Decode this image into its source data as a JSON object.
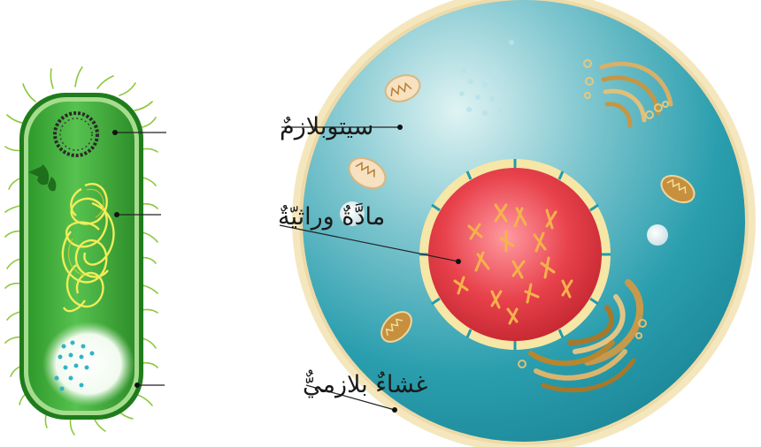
{
  "labels": {
    "cytoplasm": "سيتوبلازمٌ",
    "genetic_material": "مادَّةٌ وراثيّةٌ",
    "plasma_membrane": "غشاءٌ بلازميٌّ"
  },
  "colors": {
    "bacterium_body": "#3cae3a",
    "bacterium_membrane": "#2e8b2a",
    "flagella": "#8cc83c",
    "dna_strand": "#e8e24a",
    "cell_outer": "#f2e2b4",
    "cell_cytoplasm": "#1f9cad",
    "nucleus": "#e0404a",
    "nucleus_envelope": "#f6e7a6",
    "chromosomes": "#f0b04a",
    "mitochondria": "#c78a3a",
    "golgi": "#b9862e",
    "leader_line": "#222222"
  },
  "icons": [
    "bacterium-cell",
    "animal-cell",
    "nucleus",
    "chromosome",
    "mitochondrion",
    "golgi-apparatus",
    "vacuole"
  ]
}
